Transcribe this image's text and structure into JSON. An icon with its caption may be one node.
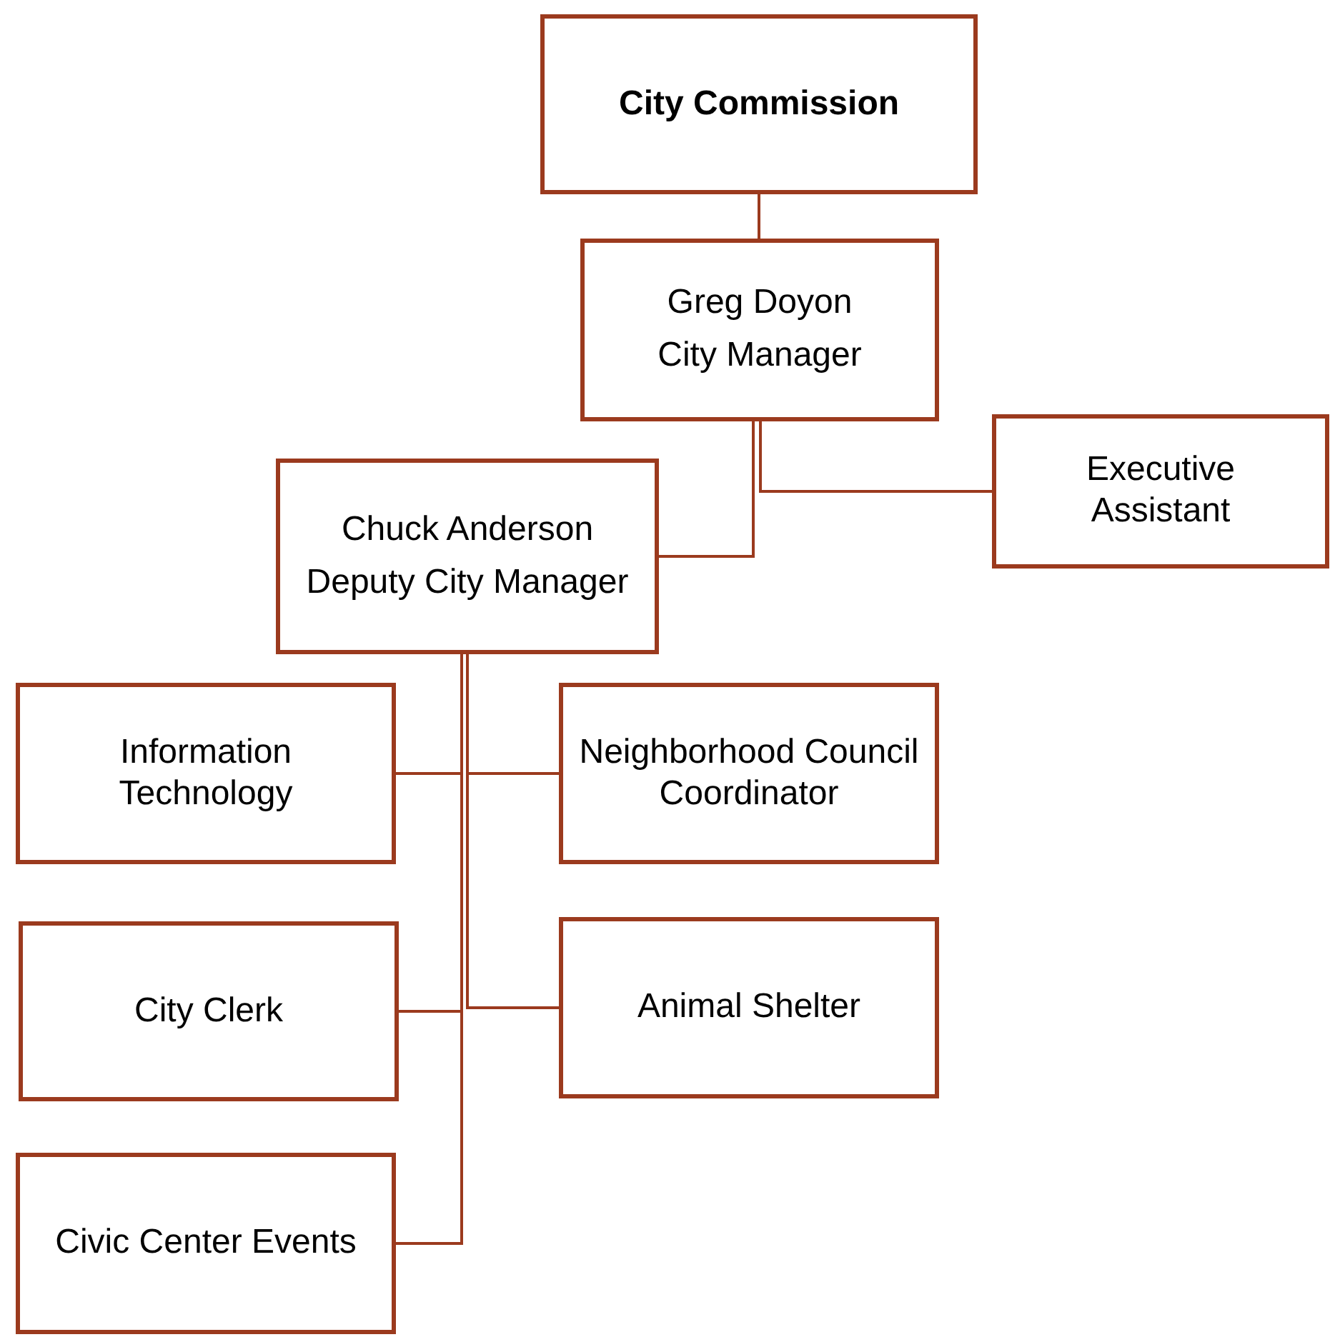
{
  "diagram": {
    "nodes": [
      {
        "text": [
          "City Commission"
        ]
      },
      {
        "text": [
          "Greg Doyon",
          "City Manager"
        ]
      },
      {
        "text": [
          "Executive Assistant"
        ]
      },
      {
        "text": [
          "Chuck Anderson",
          "Deputy City Manager"
        ]
      },
      {
        "text": [
          "Information Technology"
        ]
      },
      {
        "text": [
          "Neighborhood Council Coordinator"
        ]
      },
      {
        "text": [
          "City Clerk"
        ]
      },
      {
        "text": [
          "Animal Shelter"
        ]
      },
      {
        "text": [
          "Civic Center Events"
        ]
      }
    ],
    "edges": [
      {
        "from": 0,
        "to": 1,
        "arrow": "none"
      },
      {
        "from": 1,
        "to": 2,
        "arrow": "none"
      },
      {
        "from": 1,
        "to": 3,
        "arrow": "none"
      },
      {
        "from": 3,
        "to": 4,
        "arrow": "none"
      },
      {
        "from": 3,
        "to": 5,
        "arrow": "none"
      },
      {
        "from": 3,
        "to": 6,
        "arrow": "none"
      },
      {
        "from": 3,
        "to": 7,
        "arrow": "none"
      },
      {
        "from": 3,
        "to": 8,
        "arrow": "none"
      }
    ]
  }
}
